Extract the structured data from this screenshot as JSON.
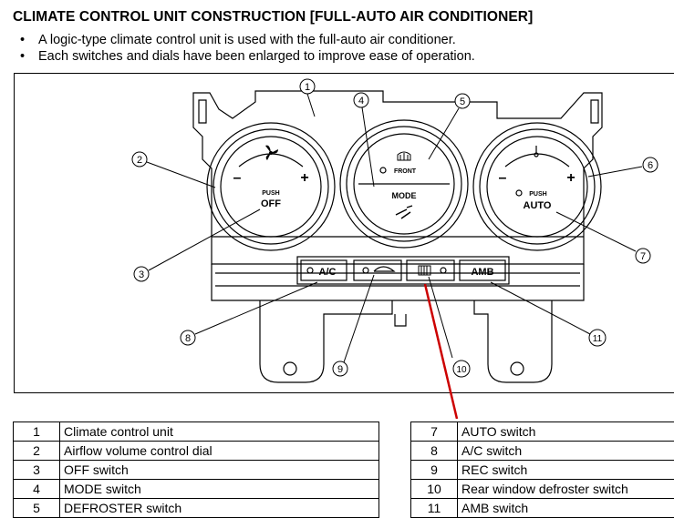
{
  "title": "CLIMATE CONTROL UNIT CONSTRUCTION [FULL-AUTO AIR CONDITIONER]",
  "bullets": [
    "A logic-type climate control unit is used with the full-auto air conditioner.",
    "Each switches and dials have been enlarged to improve ease of operation."
  ],
  "bullet_symbol": "•",
  "dial_labels": {
    "left_minus": "–",
    "left_plus": "+",
    "left_push": "PUSH",
    "left_off": "OFF",
    "center_front": "FRONT",
    "center_mode": "MODE",
    "right_minus": "–",
    "right_plus": "+",
    "right_push": "PUSH",
    "right_auto": "AUTO"
  },
  "buttons": {
    "ac": "A/C",
    "amb": "AMB"
  },
  "callouts": [
    "1",
    "2",
    "3",
    "4",
    "5",
    "6",
    "7",
    "8",
    "9",
    "10",
    "11"
  ],
  "parts_left": [
    {
      "num": "1",
      "name": "Climate control unit"
    },
    {
      "num": "2",
      "name": "Airflow volume control dial"
    },
    {
      "num": "3",
      "name": "OFF switch"
    },
    {
      "num": "4",
      "name": "MODE switch"
    },
    {
      "num": "5",
      "name": "DEFROSTER switch"
    }
  ],
  "parts_right": [
    {
      "num": "7",
      "name": "AUTO switch"
    },
    {
      "num": "8",
      "name": "A/C switch"
    },
    {
      "num": "9",
      "name": "REC switch"
    },
    {
      "num": "10",
      "name": "Rear window defroster switch"
    },
    {
      "num": "11",
      "name": "AMB switch"
    }
  ],
  "colors": {
    "annotation_red": "#cc0000",
    "line": "#000000"
  }
}
